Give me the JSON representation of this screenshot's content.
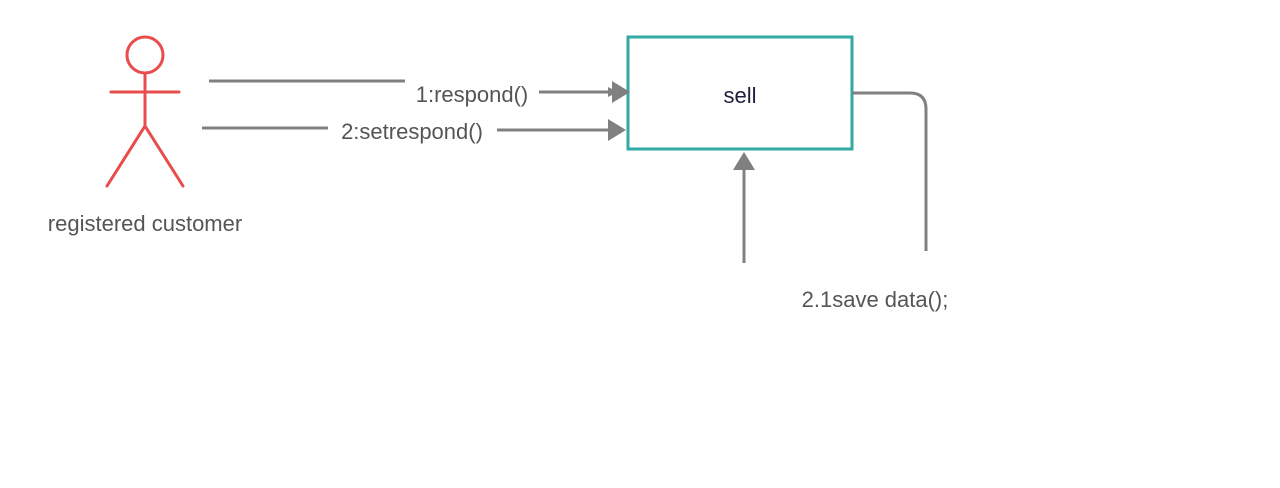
{
  "actor": {
    "label": "registered customer",
    "color": "#e84c4c"
  },
  "object": {
    "label": "sell",
    "border_color": "#33a9a4",
    "text_color": "#1f1f3a"
  },
  "messages": [
    {
      "label": "1:respond()"
    },
    {
      "label": "2:setrespond()"
    },
    {
      "label": "2.1save data();"
    }
  ],
  "colors": {
    "connector": "#808080",
    "label_text": "#555555"
  }
}
